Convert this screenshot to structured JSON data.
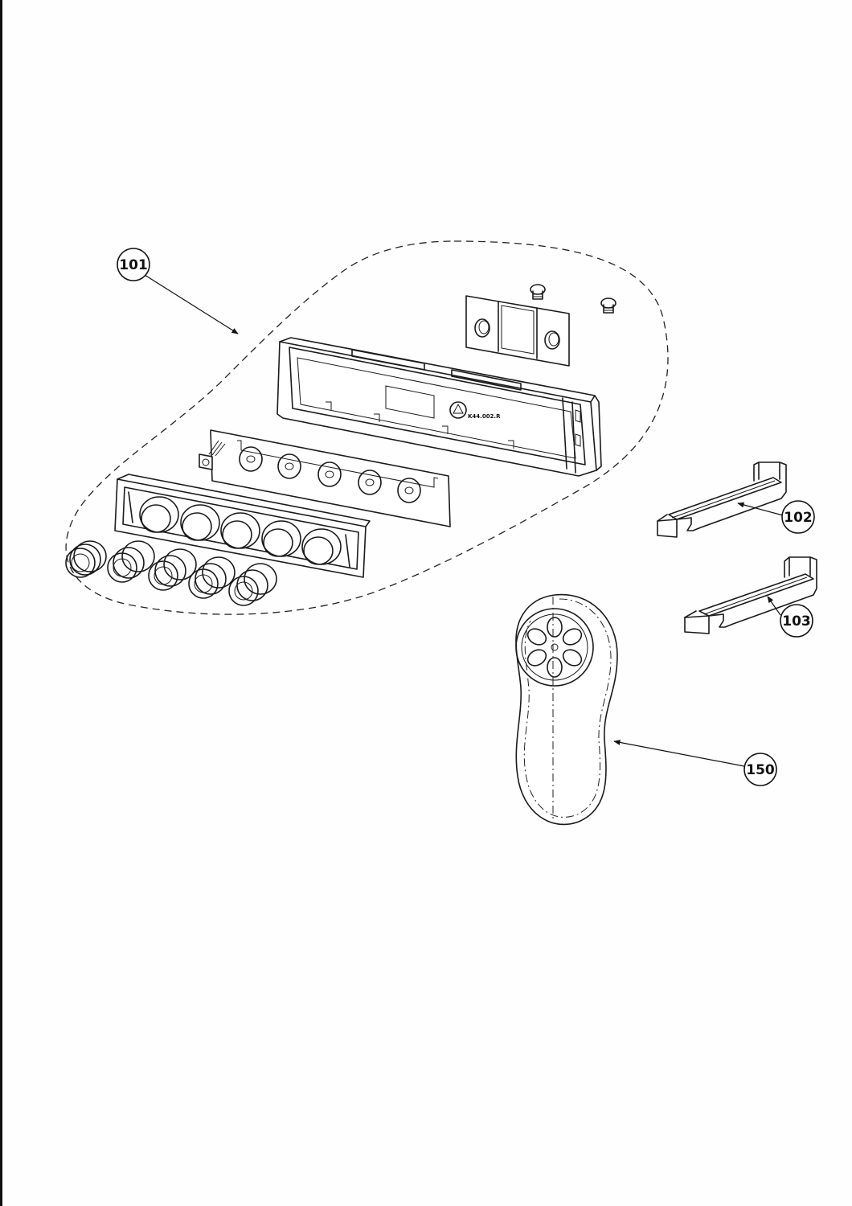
{
  "callouts": {
    "c101": "101",
    "c102": "102",
    "c103": "103",
    "c150": "150"
  },
  "housing_marking": "K44.002.R"
}
